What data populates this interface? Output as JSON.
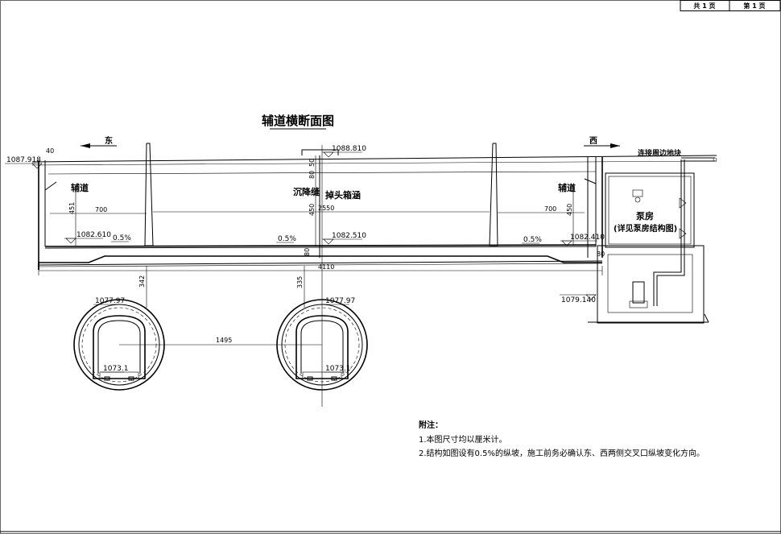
{
  "sheet": {
    "total_pages": "共 1 页",
    "page_no": "第 1 页"
  },
  "title": "辅道横断面图",
  "directions": {
    "east": "东",
    "west": "西"
  },
  "connect_label": "连接周边地块",
  "labels": {
    "aux_road_left": "辅道",
    "aux_road_right": "辅道",
    "settlement_joint": "沉降缝",
    "box_culvert": "掉头箱涵",
    "pump_room": "泵房",
    "pump_room_ref": "(详见泵房结构图)"
  },
  "elevations": {
    "left_top": "1087.918",
    "center_top": "1088.810",
    "left_floor": "1082.610",
    "center_floor": "1082.510",
    "right_floor": "1082.410",
    "pump_bottom": "1079.140",
    "tunnel_left_top": "1077.97",
    "tunnel_right_top": "1077.97",
    "tunnel_left_rail": "1073.1",
    "tunnel_right_rail": "1073.1"
  },
  "slopes": {
    "left": "0.5%",
    "center": "0.5%",
    "right": "0.5%"
  },
  "dims": {
    "left_curb": "40",
    "left_width": "700",
    "left_height": "451",
    "center_width": "2550",
    "center_height": "450",
    "center_top_a": "50",
    "center_top_b": "80",
    "right_width": "700",
    "right_height": "450",
    "bottom_slab": "80",
    "right_slab": "80",
    "total_width": "4110",
    "left_cover": "342",
    "center_cover": "335",
    "tunnel_spacing": "1495"
  },
  "notes": {
    "heading": "附注：",
    "items": [
      "1.本图尺寸均以厘米计。",
      "2.结构如图设有0.5%的纵坡，施工前务必确认东、西两侧交叉口纵坡变化方向。"
    ]
  }
}
